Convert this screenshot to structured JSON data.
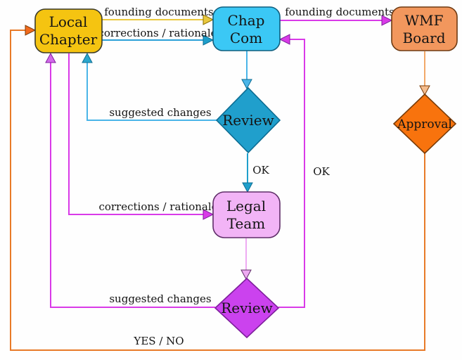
{
  "background": "#fefefe",
  "text_color": "#141414",
  "nodes": {
    "local_chapter": {
      "line1": "Local",
      "line2": "Chapter",
      "fill": "#f5c411",
      "stroke": "#3a3a2a"
    },
    "chap_com": {
      "line1": "Chap",
      "line2": "Com",
      "fill": "#3bc8f5",
      "stroke": "#0f5e7e"
    },
    "wmf_board": {
      "line1": "WMF",
      "line2": "Board",
      "fill": "#f2975d",
      "stroke": "#6e3a12"
    },
    "review_top": {
      "label": "Review",
      "fill": "#209fcc",
      "stroke": "#0c6c92"
    },
    "legal_team": {
      "line1": "Legal",
      "line2": "Team",
      "fill": "#f2b4f6",
      "stroke": "#5f2d68"
    },
    "review_bottom": {
      "label": "Review",
      "fill": "#cb42ee",
      "stroke": "#7e1f9c"
    },
    "approval": {
      "label": "Approval",
      "fill": "#f8730d",
      "stroke": "#7a3c08"
    }
  },
  "labels": {
    "founding_documents_left": "founding documents",
    "corrections_rationale_top": "corrections / rationale",
    "founding_documents_right": "founding documents",
    "suggested_changes_top": "suggested changes",
    "ok_review_top": "OK",
    "ok_review_bottom": "OK",
    "corrections_rationale_mid": "corrections / rationale",
    "suggested_changes_bottom": "suggested changes",
    "yes_no": "YES / NO"
  },
  "edge_colors": {
    "yellow": "#eac93e",
    "blue": "#2ba0d8",
    "light_blue": "#4ab5e8",
    "teal": "#1f9fcb",
    "teal_arrow": "#2ba6cc",
    "magenta": "#d93ae8",
    "magenta_light": "#d269ea",
    "plum": "#eeaaf2",
    "orange": "#e87a28",
    "orange_arrowfill": "#f26a1d",
    "orange_light": "#f2a869",
    "orange_light_arrowfill": "#f5bd8e"
  },
  "arrow_strokes": {
    "yellow": "#8a6d00",
    "blue": "#0c6c92",
    "magenta": "#7e1f9c",
    "plum": "#5f2d68",
    "orange": "#7a3c08"
  }
}
